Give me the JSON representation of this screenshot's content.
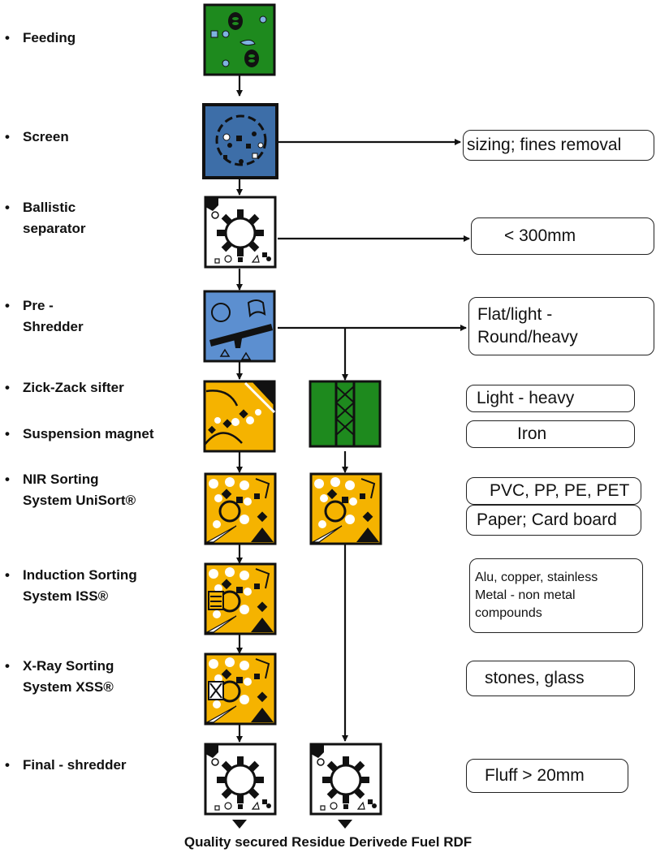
{
  "stages": [
    {
      "label": "Feeding"
    },
    {
      "label": "Screen"
    },
    {
      "label": "Ballistic\nseparator"
    },
    {
      "label": "Pre -\nShredder"
    },
    {
      "label": "Zick-Zack sifter"
    },
    {
      "label": "Suspension magnet"
    },
    {
      "label": "NIR Sorting\nSystem UniSort®"
    },
    {
      "label": "Induction Sorting\nSystem ISS®"
    },
    {
      "label": "X-Ray Sorting\nSystem XSS®"
    },
    {
      "label": "Final - shredder"
    }
  ],
  "results": [
    {
      "text": "sizing; fines removal"
    },
    {
      "text": "< 300mm"
    },
    {
      "text": "Flat/light -\nRound/heavy"
    },
    {
      "text": "Light - heavy"
    },
    {
      "text": "Iron"
    },
    {
      "text": "PVC, PP, PE, PET"
    },
    {
      "text": "Paper; Card board"
    },
    {
      "text": "Alu, copper, stainless\nMetal - non metal\ncompounds"
    },
    {
      "text": "stones, glass"
    },
    {
      "text": "Fluff > 20mm"
    }
  ],
  "footer": "Quality secured Residue Derivede Fuel RDF",
  "bullet": "•",
  "colors": {
    "feed_green": "#1e8a1e",
    "screen_blue": "#3d6ea8",
    "preshred_blue": "#5c8fd0",
    "sort_yellow": "#f5b300",
    "line_dark": "#111111"
  },
  "icons": [
    "feeding-icon",
    "screen-icon",
    "gear-icon",
    "seesaw-icon",
    "sifter-icon",
    "magnet-icon",
    "sorter-icon",
    "induction-icon",
    "xray-icon"
  ]
}
